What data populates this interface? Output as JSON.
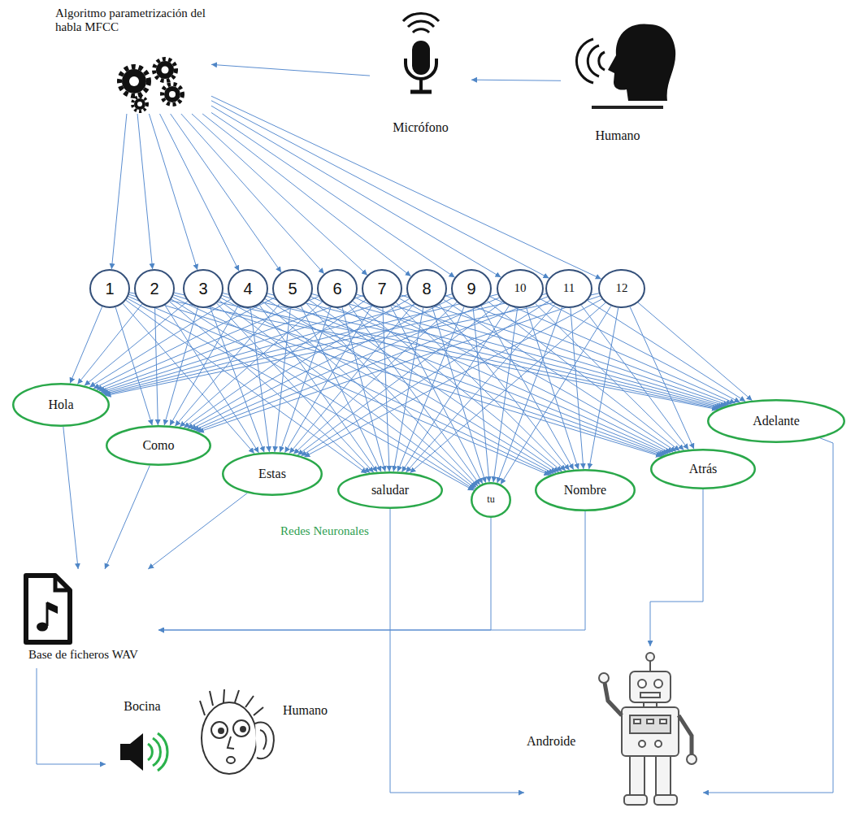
{
  "diagram": {
    "nodes": [
      {
        "text": [
          "Algoritmo parametrización del habla MFCC"
        ]
      },
      {
        "text": [
          "Micrófono"
        ]
      },
      {
        "text": [
          "Humano"
        ]
      },
      {
        "text": [
          "1"
        ]
      },
      {
        "text": [
          "2"
        ]
      },
      {
        "text": [
          "3"
        ]
      },
      {
        "text": [
          "4"
        ]
      },
      {
        "text": [
          "5"
        ]
      },
      {
        "text": [
          "6"
        ]
      },
      {
        "text": [
          "7"
        ]
      },
      {
        "text": [
          "8"
        ]
      },
      {
        "text": [
          "9"
        ]
      },
      {
        "text": [
          "10"
        ]
      },
      {
        "text": [
          "11"
        ]
      },
      {
        "text": [
          "12"
        ]
      },
      {
        "text": [
          "Hola"
        ]
      },
      {
        "text": [
          "Como"
        ]
      },
      {
        "text": [
          "Estas"
        ]
      },
      {
        "text": [
          "saludar"
        ]
      },
      {
        "text": [
          "tu"
        ]
      },
      {
        "text": [
          "Nombre"
        ]
      },
      {
        "text": [
          "Atrás"
        ]
      },
      {
        "text": [
          "Adelante"
        ]
      },
      {
        "text": [
          "Base de ficheros WAV"
        ]
      },
      {
        "text": [
          "Bocina"
        ]
      },
      {
        "text": [
          "Humano"
        ]
      },
      {
        "text": [
          "Androide"
        ]
      }
    ],
    "edges": [
      {
        "from": 2,
        "to": 1,
        "arrow": "to"
      },
      {
        "from": 1,
        "to": 0,
        "arrow": "to"
      },
      {
        "from": 0,
        "to": 3,
        "arrow": "to"
      },
      {
        "from": 0,
        "to": 4,
        "arrow": "to"
      },
      {
        "from": 0,
        "to": 5,
        "arrow": "to"
      },
      {
        "from": 0,
        "to": 6,
        "arrow": "to"
      },
      {
        "from": 0,
        "to": 7,
        "arrow": "to"
      },
      {
        "from": 0,
        "to": 8,
        "arrow": "to"
      },
      {
        "from": 0,
        "to": 9,
        "arrow": "to"
      },
      {
        "from": 0,
        "to": 10,
        "arrow": "to"
      },
      {
        "from": 0,
        "to": 11,
        "arrow": "to"
      },
      {
        "from": 0,
        "to": 12,
        "arrow": "to"
      },
      {
        "from": 0,
        "to": 13,
        "arrow": "to"
      },
      {
        "from": 0,
        "to": 14,
        "arrow": "to"
      },
      {
        "from": 3,
        "to": 15,
        "arrow": "to"
      },
      {
        "from": 3,
        "to": 16,
        "arrow": "to"
      },
      {
        "from": 3,
        "to": 17,
        "arrow": "to"
      },
      {
        "from": 3,
        "to": 18,
        "arrow": "to"
      },
      {
        "from": 3,
        "to": 19,
        "arrow": "to"
      },
      {
        "from": 3,
        "to": 20,
        "arrow": "to"
      },
      {
        "from": 3,
        "to": 21,
        "arrow": "to"
      },
      {
        "from": 3,
        "to": 22,
        "arrow": "to"
      },
      {
        "from": 4,
        "to": 15,
        "arrow": "to"
      },
      {
        "from": 4,
        "to": 16,
        "arrow": "to"
      },
      {
        "from": 4,
        "to": 17,
        "arrow": "to"
      },
      {
        "from": 4,
        "to": 18,
        "arrow": "to"
      },
      {
        "from": 4,
        "to": 19,
        "arrow": "to"
      },
      {
        "from": 4,
        "to": 20,
        "arrow": "to"
      },
      {
        "from": 4,
        "to": 21,
        "arrow": "to"
      },
      {
        "from": 4,
        "to": 22,
        "arrow": "to"
      },
      {
        "from": 5,
        "to": 15,
        "arrow": "to"
      },
      {
        "from": 5,
        "to": 16,
        "arrow": "to"
      },
      {
        "from": 5,
        "to": 17,
        "arrow": "to"
      },
      {
        "from": 5,
        "to": 18,
        "arrow": "to"
      },
      {
        "from": 5,
        "to": 19,
        "arrow": "to"
      },
      {
        "from": 5,
        "to": 20,
        "arrow": "to"
      },
      {
        "from": 5,
        "to": 21,
        "arrow": "to"
      },
      {
        "from": 5,
        "to": 22,
        "arrow": "to"
      },
      {
        "from": 6,
        "to": 15,
        "arrow": "to"
      },
      {
        "from": 6,
        "to": 16,
        "arrow": "to"
      },
      {
        "from": 6,
        "to": 17,
        "arrow": "to"
      },
      {
        "from": 6,
        "to": 18,
        "arrow": "to"
      },
      {
        "from": 6,
        "to": 19,
        "arrow": "to"
      },
      {
        "from": 6,
        "to": 20,
        "arrow": "to"
      },
      {
        "from": 6,
        "to": 21,
        "arrow": "to"
      },
      {
        "from": 6,
        "to": 22,
        "arrow": "to"
      },
      {
        "from": 7,
        "to": 15,
        "arrow": "to"
      },
      {
        "from": 7,
        "to": 16,
        "arrow": "to"
      },
      {
        "from": 7,
        "to": 17,
        "arrow": "to"
      },
      {
        "from": 7,
        "to": 18,
        "arrow": "to"
      },
      {
        "from": 7,
        "to": 19,
        "arrow": "to"
      },
      {
        "from": 7,
        "to": 20,
        "arrow": "to"
      },
      {
        "from": 7,
        "to": 21,
        "arrow": "to"
      },
      {
        "from": 7,
        "to": 22,
        "arrow": "to"
      },
      {
        "from": 8,
        "to": 15,
        "arrow": "to"
      },
      {
        "from": 8,
        "to": 16,
        "arrow": "to"
      },
      {
        "from": 8,
        "to": 17,
        "arrow": "to"
      },
      {
        "from": 8,
        "to": 18,
        "arrow": "to"
      },
      {
        "from": 8,
        "to": 19,
        "arrow": "to"
      },
      {
        "from": 8,
        "to": 20,
        "arrow": "to"
      },
      {
        "from": 8,
        "to": 21,
        "arrow": "to"
      },
      {
        "from": 8,
        "to": 22,
        "arrow": "to"
      },
      {
        "from": 9,
        "to": 15,
        "arrow": "to"
      },
      {
        "from": 9,
        "to": 16,
        "arrow": "to"
      },
      {
        "from": 9,
        "to": 17,
        "arrow": "to"
      },
      {
        "from": 9,
        "to": 18,
        "arrow": "to"
      },
      {
        "from": 9,
        "to": 19,
        "arrow": "to"
      },
      {
        "from": 9,
        "to": 20,
        "arrow": "to"
      },
      {
        "from": 9,
        "to": 21,
        "arrow": "to"
      },
      {
        "from": 9,
        "to": 22,
        "arrow": "to"
      },
      {
        "from": 10,
        "to": 15,
        "arrow": "to"
      },
      {
        "from": 10,
        "to": 16,
        "arrow": "to"
      },
      {
        "from": 10,
        "to": 17,
        "arrow": "to"
      },
      {
        "from": 10,
        "to": 18,
        "arrow": "to"
      },
      {
        "from": 10,
        "to": 19,
        "arrow": "to"
      },
      {
        "from": 10,
        "to": 20,
        "arrow": "to"
      },
      {
        "from": 10,
        "to": 21,
        "arrow": "to"
      },
      {
        "from": 10,
        "to": 22,
        "arrow": "to"
      },
      {
        "from": 11,
        "to": 15,
        "arrow": "to"
      },
      {
        "from": 11,
        "to": 16,
        "arrow": "to"
      },
      {
        "from": 11,
        "to": 17,
        "arrow": "to"
      },
      {
        "from": 11,
        "to": 18,
        "arrow": "to"
      },
      {
        "from": 11,
        "to": 19,
        "arrow": "to"
      },
      {
        "from": 11,
        "to": 20,
        "arrow": "to"
      },
      {
        "from": 11,
        "to": 21,
        "arrow": "to"
      },
      {
        "from": 11,
        "to": 22,
        "arrow": "to"
      },
      {
        "from": 12,
        "to": 15,
        "arrow": "to"
      },
      {
        "from": 12,
        "to": 16,
        "arrow": "to"
      },
      {
        "from": 12,
        "to": 17,
        "arrow": "to"
      },
      {
        "from": 12,
        "to": 18,
        "arrow": "to"
      },
      {
        "from": 12,
        "to": 19,
        "arrow": "to"
      },
      {
        "from": 12,
        "to": 20,
        "arrow": "to"
      },
      {
        "from": 12,
        "to": 21,
        "arrow": "to"
      },
      {
        "from": 12,
        "to": 22,
        "arrow": "to"
      },
      {
        "from": 13,
        "to": 15,
        "arrow": "to"
      },
      {
        "from": 13,
        "to": 16,
        "arrow": "to"
      },
      {
        "from": 13,
        "to": 17,
        "arrow": "to"
      },
      {
        "from": 13,
        "to": 18,
        "arrow": "to"
      },
      {
        "from": 13,
        "to": 19,
        "arrow": "to"
      },
      {
        "from": 13,
        "to": 20,
        "arrow": "to"
      },
      {
        "from": 13,
        "to": 21,
        "arrow": "to"
      },
      {
        "from": 13,
        "to": 22,
        "arrow": "to"
      },
      {
        "from": 14,
        "to": 15,
        "arrow": "to"
      },
      {
        "from": 14,
        "to": 16,
        "arrow": "to"
      },
      {
        "from": 14,
        "to": 17,
        "arrow": "to"
      },
      {
        "from": 14,
        "to": 18,
        "arrow": "to"
      },
      {
        "from": 14,
        "to": 19,
        "arrow": "to"
      },
      {
        "from": 14,
        "to": 20,
        "arrow": "to"
      },
      {
        "from": 14,
        "to": 21,
        "arrow": "to"
      },
      {
        "from": 14,
        "to": 22,
        "arrow": "to"
      },
      {
        "from": 15,
        "to": 23,
        "arrow": "to"
      },
      {
        "from": 16,
        "to": 23,
        "arrow": "to"
      },
      {
        "from": 17,
        "to": 23,
        "arrow": "to"
      },
      {
        "from": 19,
        "to": 23,
        "arrow": "to"
      },
      {
        "from": 20,
        "to": 23,
        "arrow": "to"
      },
      {
        "from": 18,
        "to": 26,
        "arrow": "to"
      },
      {
        "from": 21,
        "to": 26,
        "arrow": "to"
      },
      {
        "from": 22,
        "to": 26,
        "arrow": "to"
      },
      {
        "from": 23,
        "to": 24,
        "arrow": "to"
      }
    ],
    "labels": [
      "Redes Neuronales"
    ]
  }
}
